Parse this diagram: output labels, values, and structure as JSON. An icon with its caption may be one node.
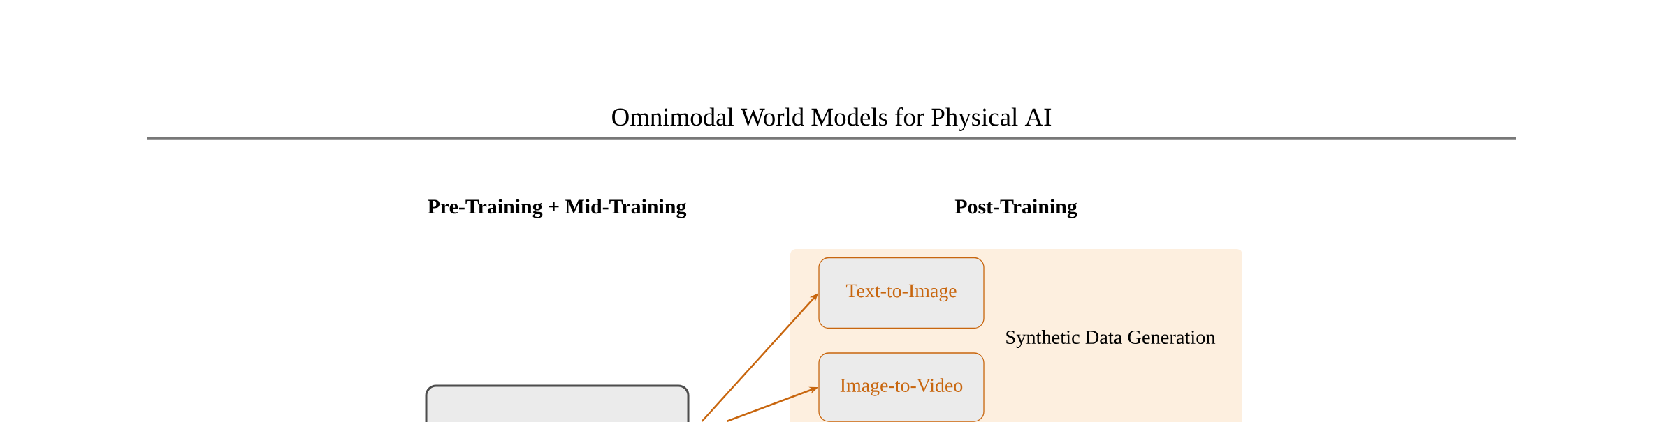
{
  "diagram": {
    "title": "Omnimodal World Models for Physical AI",
    "nodes": [
      {
        "text": [],
        "shape": "box"
      },
      {
        "text": [
          "Synthetic Data Generation"
        ]
      },
      {
        "text": [
          "Text-to-Image"
        ],
        "in": 1
      },
      {
        "text": [
          "Image-to-Video"
        ],
        "in": 1
      }
    ],
    "edges": [
      {
        "from": 0,
        "to": 2,
        "arrow": "to"
      },
      {
        "from": 0,
        "to": 3,
        "arrow": "to"
      }
    ],
    "labels": [
      "Pre-Training + Mid-Training",
      "Post-Training"
    ]
  }
}
